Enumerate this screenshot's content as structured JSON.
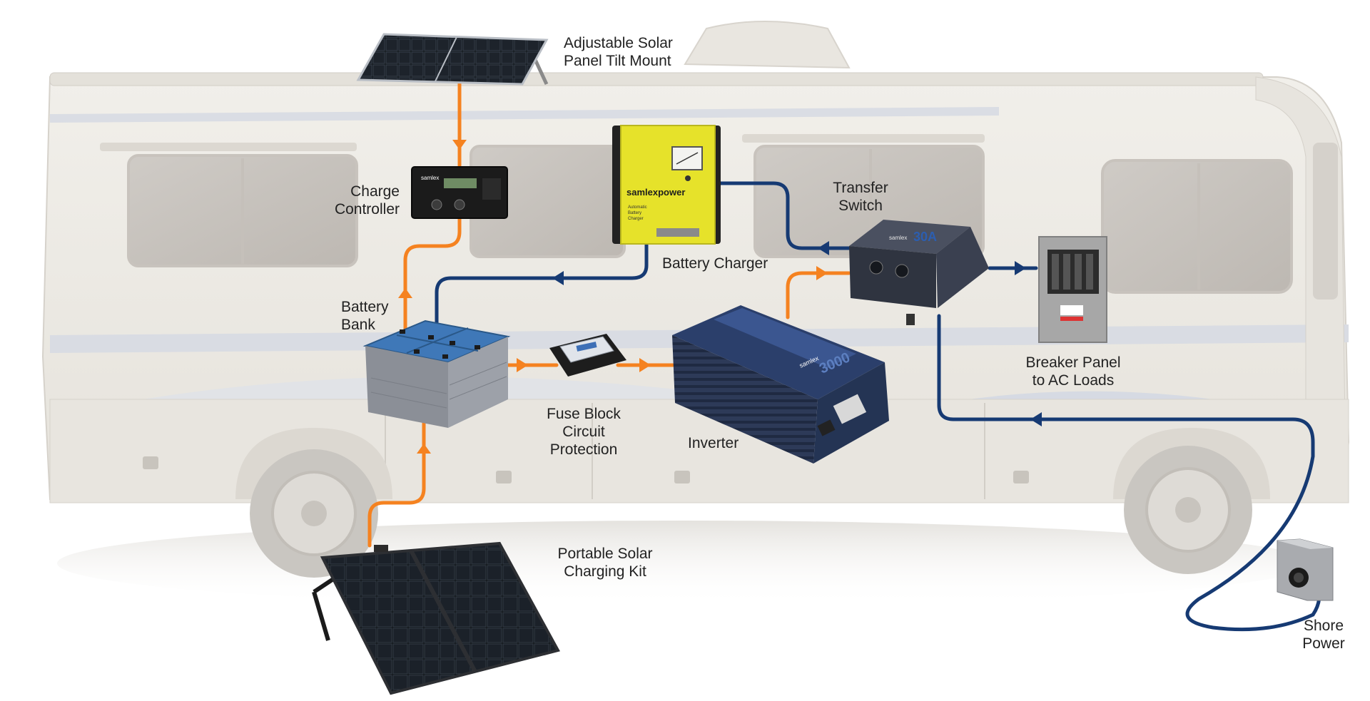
{
  "colors": {
    "dc_line": "#f58220",
    "ac_line": "#163a73",
    "rv_body": "#ece9e2",
    "charger_yellow": "#e6e22a",
    "battery_blue": "#3f78b8",
    "device_navy": "#2b3f6b",
    "label_text": "#222222"
  },
  "labels": {
    "solar_mount": [
      "Adjustable Solar",
      "Panel Tilt Mount"
    ],
    "charge_controller": [
      "Charge",
      "Controller"
    ],
    "battery_charger": [
      "Battery Charger"
    ],
    "transfer_switch": [
      "Transfer",
      "Switch"
    ],
    "battery_bank": [
      "Battery",
      "Bank"
    ],
    "fuse_block": [
      "Fuse Block",
      "Circuit",
      "Protection"
    ],
    "inverter": [
      "Inverter"
    ],
    "breaker_panel": [
      "Breaker Panel",
      "to AC Loads"
    ],
    "portable_solar": [
      "Portable Solar",
      "Charging Kit"
    ],
    "shore_power": [
      "Shore",
      "Power"
    ]
  },
  "brand": {
    "controller": "samlex",
    "charger": "samlexpower",
    "charger_specs": [
      "Automatic",
      "Battery",
      "Charger"
    ],
    "transfer_switch": "samlex",
    "transfer_switch_model": "30A",
    "inverter": "samlex",
    "inverter_model": "3000"
  }
}
